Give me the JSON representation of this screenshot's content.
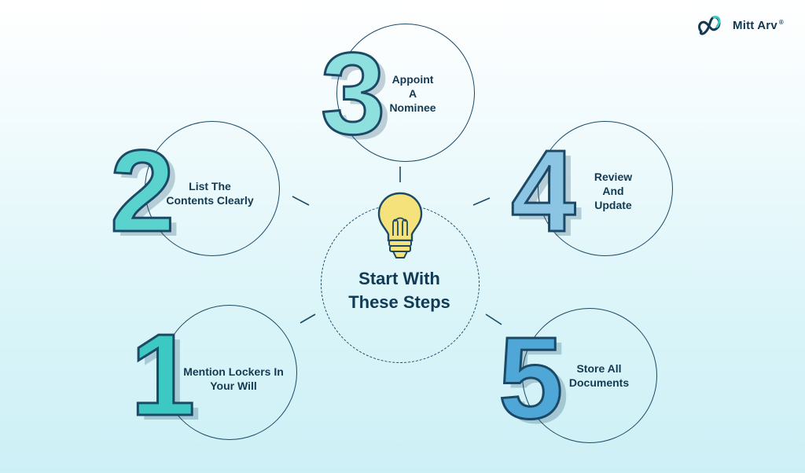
{
  "brand": {
    "name": "Mitt Arv",
    "mark": "®"
  },
  "center": {
    "line1": "Start With",
    "line2": "These Steps",
    "icon": "lightbulb-icon"
  },
  "steps": [
    {
      "number": "1",
      "line1": "Mention Lockers In",
      "line2": "Your Will",
      "color": "#3cc8c3"
    },
    {
      "number": "2",
      "line1": "List The",
      "line2": "Contents Clearly",
      "color": "#5ad3cf"
    },
    {
      "number": "3",
      "line1": "Appoint",
      "line2": "A",
      "line3": "Nominee",
      "color": "#8ee0df"
    },
    {
      "number": "4",
      "line1": "Review",
      "line2": "And",
      "line3": "Update",
      "color": "#8cc4e3"
    },
    {
      "number": "5",
      "line1": "Store All",
      "line2": "Documents",
      "color": "#4ea7d7"
    }
  ],
  "colors": {
    "outline": "#1c4a66",
    "bulb": "#f6e27a"
  }
}
